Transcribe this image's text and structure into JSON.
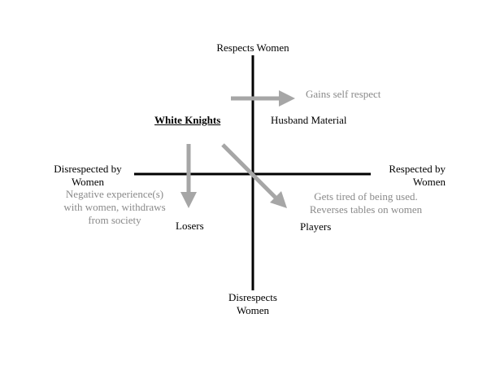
{
  "axes": {
    "top": "Respects Women",
    "bottom_line1": "Disrespects",
    "bottom_line2": "Women",
    "left_line1": "Disrespected by",
    "left_line2": "Women",
    "right_line1": "Respected by",
    "right_line2": "Women"
  },
  "quadrants": {
    "top_left": "White Knights",
    "top_right": "Husband Material",
    "bottom_left": "Losers",
    "bottom_right": "Players"
  },
  "transitions": {
    "self_respect": "Gains self respect",
    "withdraw_line1": "Negative experience(s)",
    "withdraw_line2": "with women, withdraws",
    "withdraw_line3": "from society",
    "used_line1": "Gets tired of being used.",
    "used_line2": "Reverses tables on women"
  },
  "colors": {
    "axis": "#000000",
    "arrow": "#a6a6a6",
    "annotation_text": "#8a8a8a"
  }
}
